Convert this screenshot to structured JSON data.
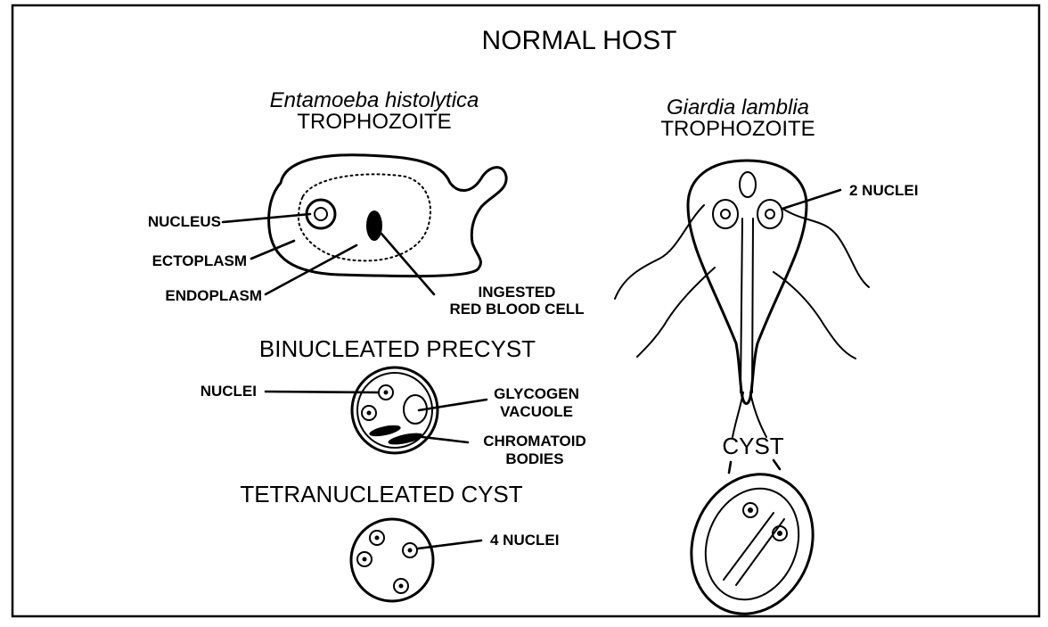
{
  "title": "NORMAL HOST",
  "entamoeba": {
    "species": "Entamoeba histolytica",
    "stage": "TROPHOZOITE",
    "labels": {
      "nucleus": "NUCLEUS",
      "ectoplasm": "ECTOPLASM",
      "endoplasm": "ENDOPLASM",
      "rbc_line1": "INGESTED",
      "rbc_line2": "RED BLOOD CELL"
    }
  },
  "precyst": {
    "title": "BINUCLEATED PRECYST",
    "labels": {
      "nuclei": "NUCLEI",
      "glycogen_line1": "GLYCOGEN",
      "glycogen_line2": "VACUOLE",
      "chromatoid_line1": "CHROMATOID",
      "chromatoid_line2": "BODIES"
    }
  },
  "tetra_cyst": {
    "title": "TETRANUCLEATED CYST",
    "labels": {
      "nuclei": "4 NUCLEI"
    }
  },
  "giardia": {
    "species": "Giardia lamblia",
    "stage": "TROPHOZOITE",
    "labels": {
      "nuclei": "2 NUCLEI"
    },
    "cyst_title": "CYST"
  }
}
